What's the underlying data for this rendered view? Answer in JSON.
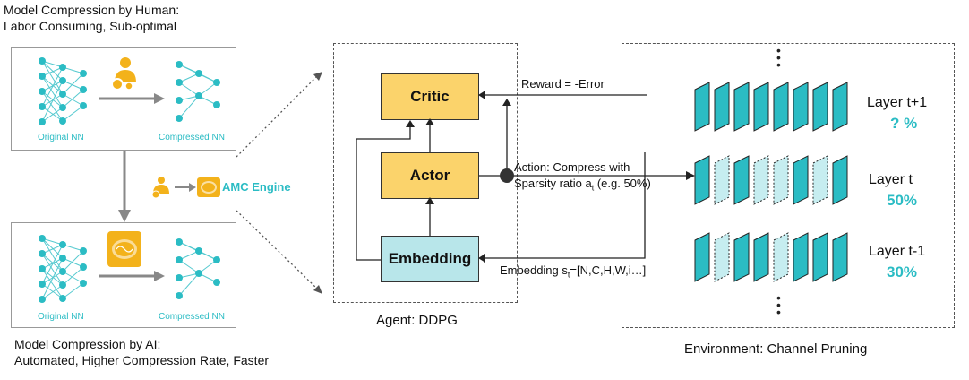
{
  "human": {
    "title_line1": "Model Compression by Human:",
    "title_line2": "Labor Consuming, Sub-optimal",
    "original_label": "Original NN",
    "compressed_label": "Compressed NN"
  },
  "ai": {
    "title_line1": "Model Compression by AI:",
    "title_line2": "Automated, Higher Compression Rate, Faster",
    "original_label": "Original NN",
    "compressed_label": "Compressed NN"
  },
  "engine_label": "AMC Engine",
  "agent": {
    "critic": "Critic",
    "actor": "Actor",
    "embedding": "Embedding",
    "caption": "Agent: DDPG"
  },
  "signals": {
    "reward": "Reward = -Error",
    "action_line1": "Action: Compress with",
    "action_line2_prefix": "Sparsity ratio a",
    "action_line2_sub": "t",
    "action_line2_suffix": " (e.g. 50%)",
    "embedding_prefix": "Embedding s",
    "embedding_sub": "t",
    "embedding_suffix": "=[N,C,H,W,i…]"
  },
  "environment": {
    "caption": "Environment: Channel Pruning",
    "layers": [
      {
        "name": "Layer t+1",
        "ratio": "? %"
      },
      {
        "name": "Layer t",
        "ratio": "50%"
      },
      {
        "name": "Layer t-1",
        "ratio": "30%"
      }
    ]
  },
  "colors": {
    "teal": "#2bbcc4",
    "teal_light": "#c6edf0",
    "yellow": "#fbd36b",
    "agent_box_border": "#333333",
    "embedding_fill": "#b8e6ea"
  }
}
